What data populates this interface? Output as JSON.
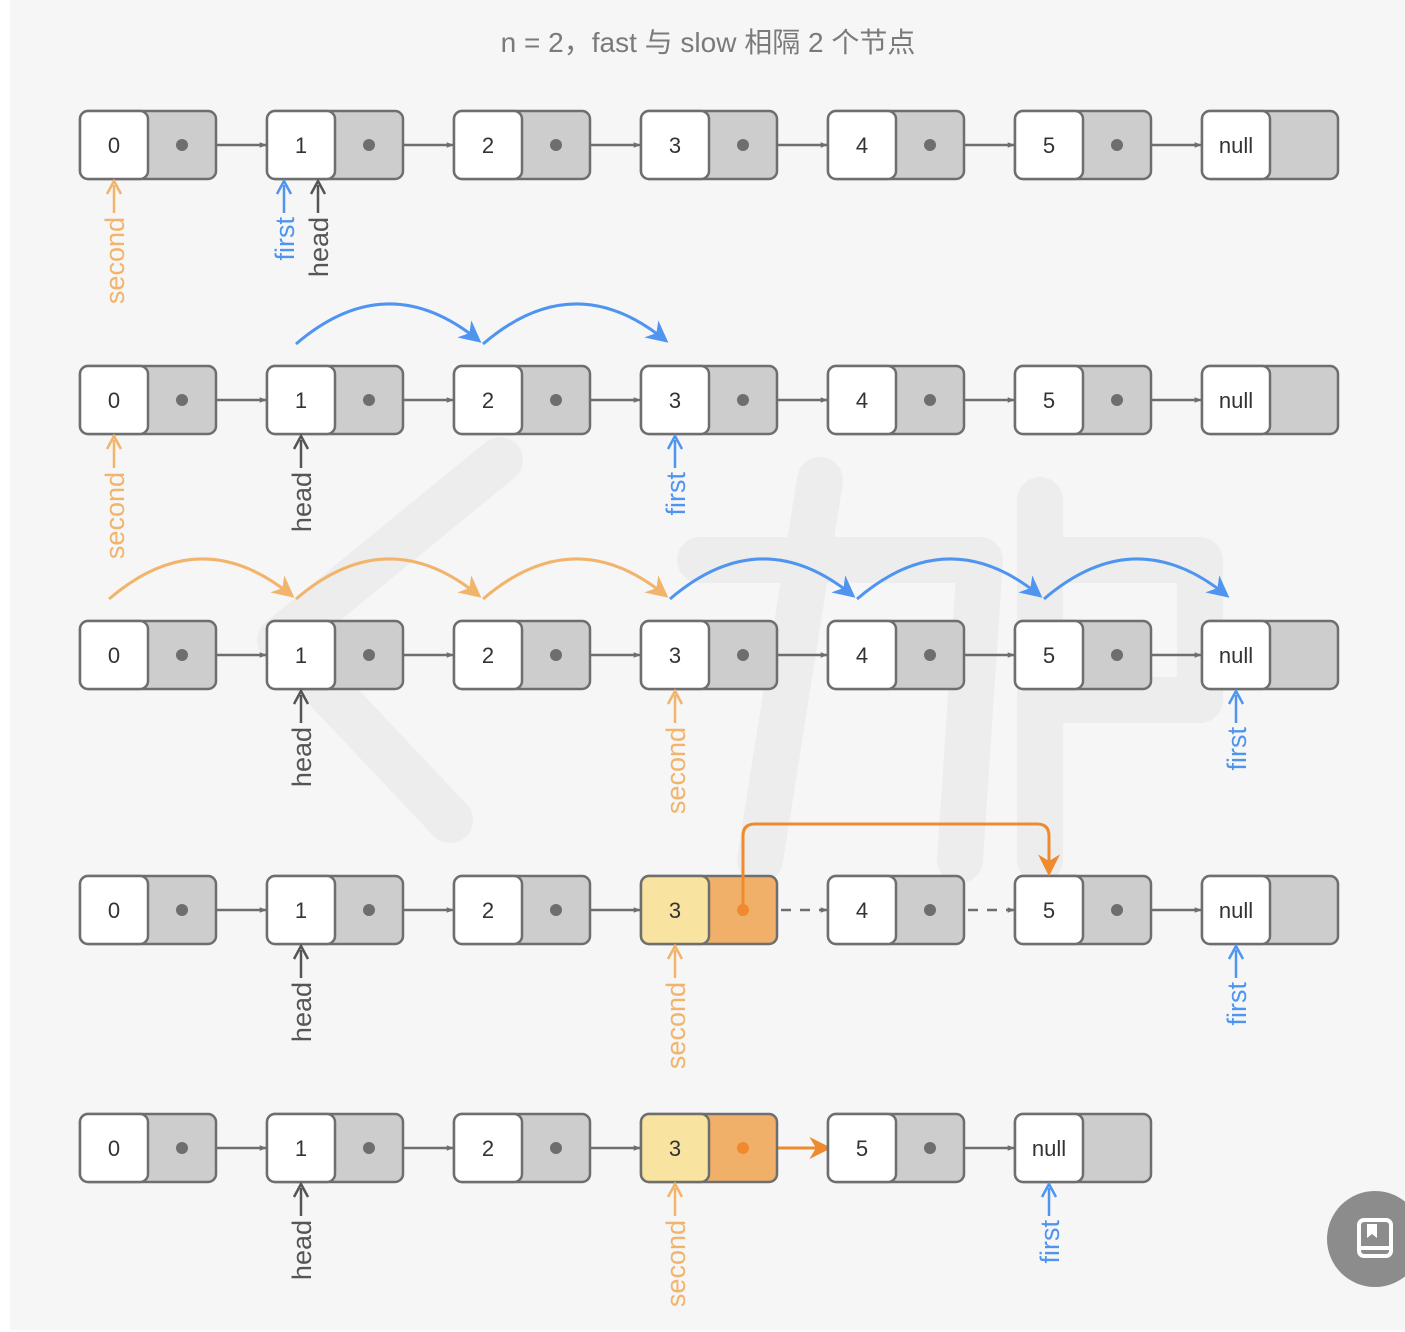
{
  "title": "n = 2，fast 与 slow 相隔 2 个节点",
  "colors": {
    "second": "#f2b36b",
    "first": "#4f95f0",
    "head": "#555555",
    "modified_value": "#f9e3a0",
    "modified_pointer": "#f0b06a",
    "relink": "#ef8a2e",
    "node_border": "#6e6e6e",
    "node_pointer_cell": "#cdcdcd"
  },
  "icons": {
    "bookmark": "bookmark-icon"
  },
  "steps": [
    {
      "nodes": [
        "0",
        "1",
        "2",
        "3",
        "4",
        "5",
        "null"
      ],
      "labels": [
        {
          "text": "second",
          "node": 0,
          "color": "second"
        },
        {
          "text": "first",
          "node": 1,
          "color": "first"
        },
        {
          "text": "head",
          "node": 1,
          "color": "head"
        }
      ],
      "moves": []
    },
    {
      "nodes": [
        "0",
        "1",
        "2",
        "3",
        "4",
        "5",
        "null"
      ],
      "labels": [
        {
          "text": "second",
          "node": 0,
          "color": "second"
        },
        {
          "text": "head",
          "node": 1,
          "color": "head"
        },
        {
          "text": "first",
          "node": 3,
          "color": "first"
        }
      ],
      "moves": [
        {
          "from": 1,
          "to": 2,
          "color": "first"
        },
        {
          "from": 2,
          "to": 3,
          "color": "first"
        }
      ]
    },
    {
      "nodes": [
        "0",
        "1",
        "2",
        "3",
        "4",
        "5",
        "null"
      ],
      "labels": [
        {
          "text": "head",
          "node": 1,
          "color": "head"
        },
        {
          "text": "second",
          "node": 3,
          "color": "second"
        },
        {
          "text": "first",
          "node": 6,
          "color": "first"
        }
      ],
      "moves": [
        {
          "from": 0,
          "to": 1,
          "color": "second"
        },
        {
          "from": 1,
          "to": 2,
          "color": "second"
        },
        {
          "from": 2,
          "to": 3,
          "color": "second"
        },
        {
          "from": 3,
          "to": 4,
          "color": "first"
        },
        {
          "from": 4,
          "to": 5,
          "color": "first"
        },
        {
          "from": 5,
          "to": 6,
          "color": "first"
        }
      ]
    },
    {
      "nodes": [
        "0",
        "1",
        "2",
        "3",
        "4",
        "5",
        "null"
      ],
      "labels": [
        {
          "text": "head",
          "node": 1,
          "color": "head"
        },
        {
          "text": "second",
          "node": 3,
          "color": "second"
        },
        {
          "text": "first",
          "node": 6,
          "color": "first"
        }
      ],
      "moves": [],
      "highlight": 3,
      "dashed_links": [
        3,
        4
      ],
      "relink": {
        "from": 3,
        "to": 5
      }
    },
    {
      "nodes": [
        "0",
        "1",
        "2",
        "3",
        "5",
        "null"
      ],
      "labels": [
        {
          "text": "head",
          "node": 1,
          "color": "head"
        },
        {
          "text": "second",
          "node": 3,
          "color": "second"
        },
        {
          "text": "first",
          "node": 5,
          "color": "first"
        }
      ],
      "moves": [],
      "highlight": 3,
      "highlight_link": 3
    }
  ]
}
